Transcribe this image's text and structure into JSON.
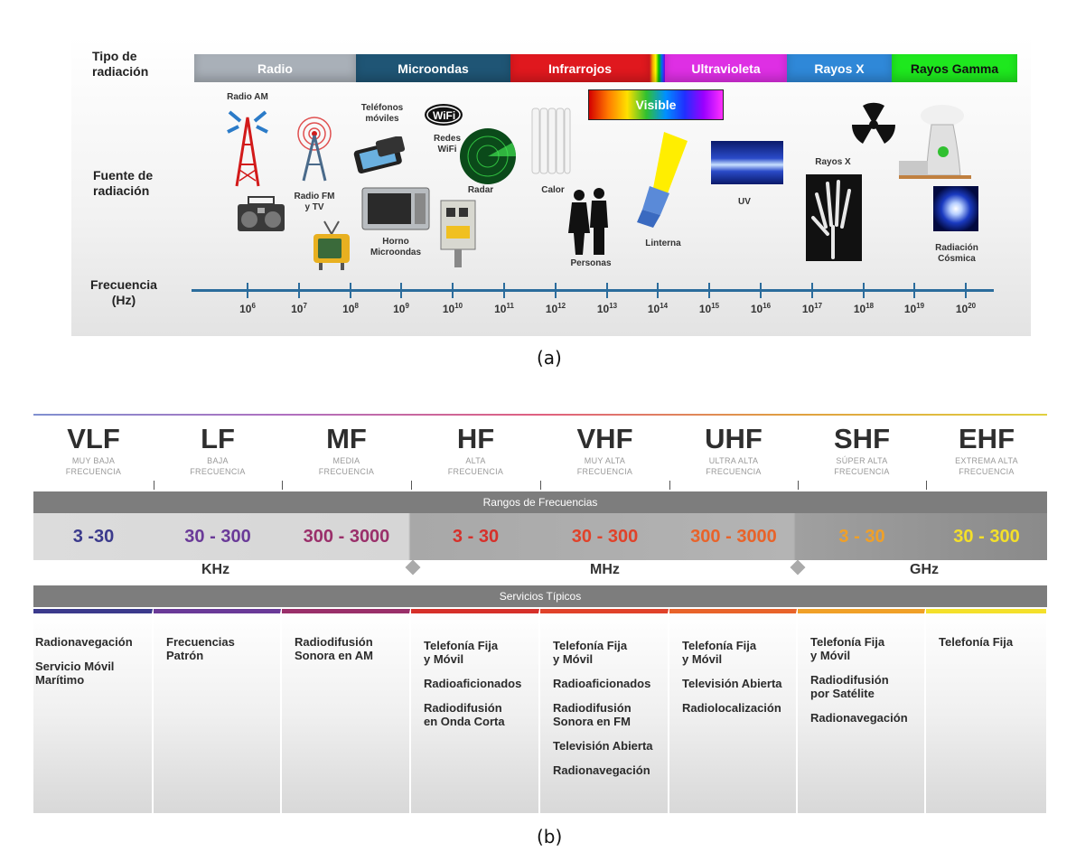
{
  "panel_a": {
    "row_labels": {
      "type": "Tipo de\nradiación",
      "source": "Fuente de\nradiación",
      "frequency": "Frecuencia\n(Hz)"
    },
    "bands": [
      {
        "label": "Radio",
        "color": "#a9b0b8"
      },
      {
        "label": "Microondas",
        "color": "#1f5575"
      },
      {
        "label": "Infrarrojos",
        "color": "#e0181e"
      },
      {
        "label": "Ultravioleta",
        "color": "#de2fe4"
      },
      {
        "label": "Rayos X",
        "color": "#2f88d8"
      },
      {
        "label": "Rayos Gamma",
        "color": "#1ee81e"
      }
    ],
    "visible_label": "Visible",
    "sources": {
      "radio_am": "Radio AM",
      "radio_fm": "Radio FM\ny TV",
      "phones": "Teléfonos\nmóviles",
      "wifi": "Redes\nWiFi",
      "wifi_logo": "WiFi",
      "microwave": "Horno\nMicroondas",
      "radar": "Radar",
      "heat": "Calor",
      "people": "Personas",
      "flashlight": "Linterna",
      "uv": "UV",
      "xrays": "Rayos X",
      "cosmic": "Radiación\nCósmica"
    },
    "tick_exponents": [
      "6",
      "7",
      "8",
      "9",
      "10",
      "11",
      "12",
      "13",
      "14",
      "15",
      "16",
      "17",
      "18",
      "19",
      "20"
    ],
    "tick_base": "10",
    "axis_color": "#2b6c9c"
  },
  "caption_a": "(a)",
  "panel_b": {
    "columns": [
      {
        "abbr": "VLF",
        "sub": "MUY BAJA\nFRECUENCIA",
        "range": "3 -30",
        "color": "#3b3a8c"
      },
      {
        "abbr": "LF",
        "sub": "BAJA\nFRECUENCIA",
        "range": "30 - 300",
        "color": "#6a3a98"
      },
      {
        "abbr": "MF",
        "sub": "MEDIA\nFRECUENCIA",
        "range": "300 - 3000",
        "color": "#9a2f6a"
      },
      {
        "abbr": "HF",
        "sub": "ALTA\nFRECUENCIA",
        "range": "3 - 30",
        "color": "#d6302a"
      },
      {
        "abbr": "VHF",
        "sub": "MUY ALTA\nFRECUENCIA",
        "range": "30 - 300",
        "color": "#e0422a"
      },
      {
        "abbr": "UHF",
        "sub": "ULTRA ALTA\nFRECUENCIA",
        "range": "300 - 3000",
        "color": "#e8632a"
      },
      {
        "abbr": "SHF",
        "sub": "SÚPER ALTA\nFRECUENCIA",
        "range": "3 - 30",
        "color": "#f0a028"
      },
      {
        "abbr": "EHF",
        "sub": "EXTREMA ALTA\nFRECUENCIA",
        "range": "30 - 300",
        "color": "#f4e02a"
      }
    ],
    "ranges_title": "Rangos de Frecuencias",
    "units": [
      "KHz",
      "MHz",
      "GHz"
    ],
    "services_title": "Servicios Típicos",
    "services": [
      [
        "Radionavegación",
        "Servicio Móvil\nMarítimo"
      ],
      [
        "Frecuencias\nPatrón"
      ],
      [
        "Radiodifusión\nSonora en AM"
      ],
      [
        "Telefonía Fija\ny Móvil",
        "Radioaficionados",
        "Radiodifusión\nen Onda Corta"
      ],
      [
        "Telefonía Fija\ny Móvil",
        "Radioaficionados",
        "Radiodifusión\nSonora en FM",
        "Televisión Abierta",
        "Radionavegación"
      ],
      [
        "Telefonía Fija\ny Móvil",
        "Televisión Abierta",
        "Radiolocalización"
      ],
      [
        "Telefonía Fija\ny Móvil",
        "Radiodifusión\npor Satélite",
        "Radionavegación"
      ],
      [
        "Telefonía Fija"
      ]
    ]
  },
  "caption_b": "(b)"
}
